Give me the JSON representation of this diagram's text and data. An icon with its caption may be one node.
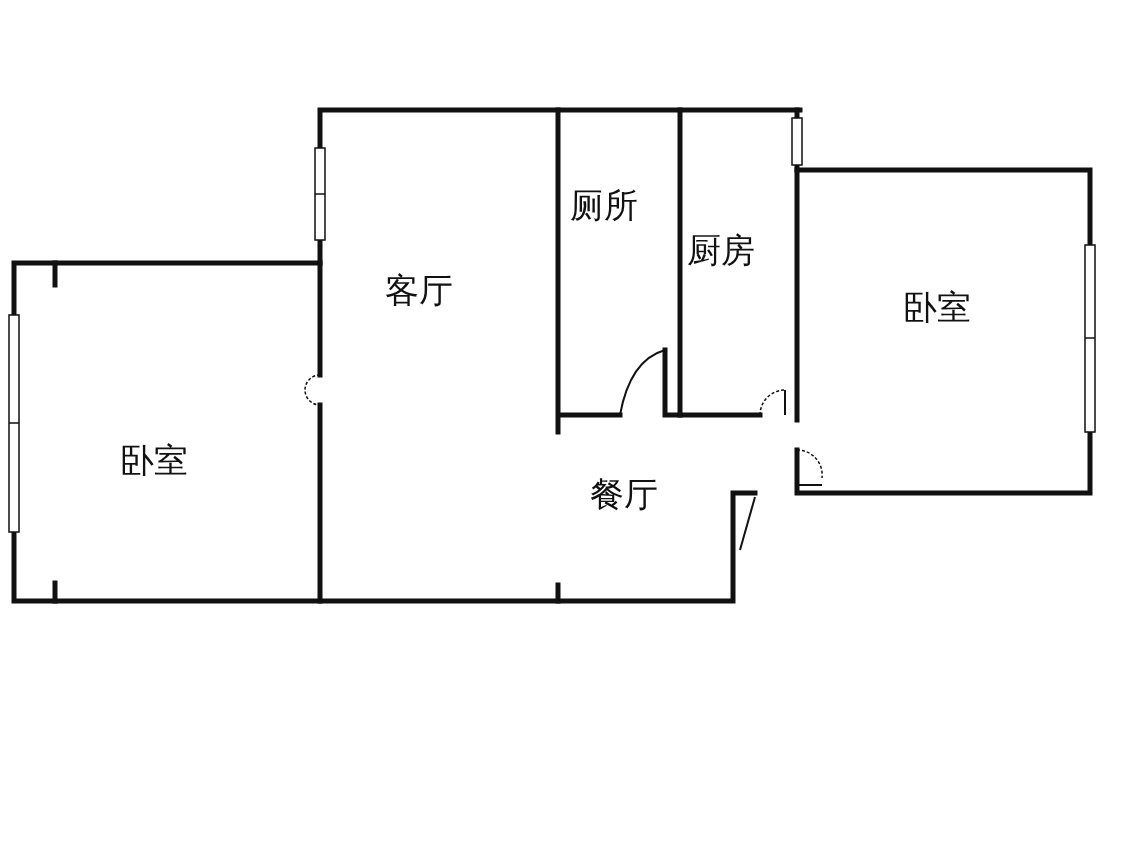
{
  "diagram": {
    "labels": [
      "厕所",
      "厨房",
      "客厅",
      "卧室",
      "卧室",
      "餐厅"
    ]
  }
}
